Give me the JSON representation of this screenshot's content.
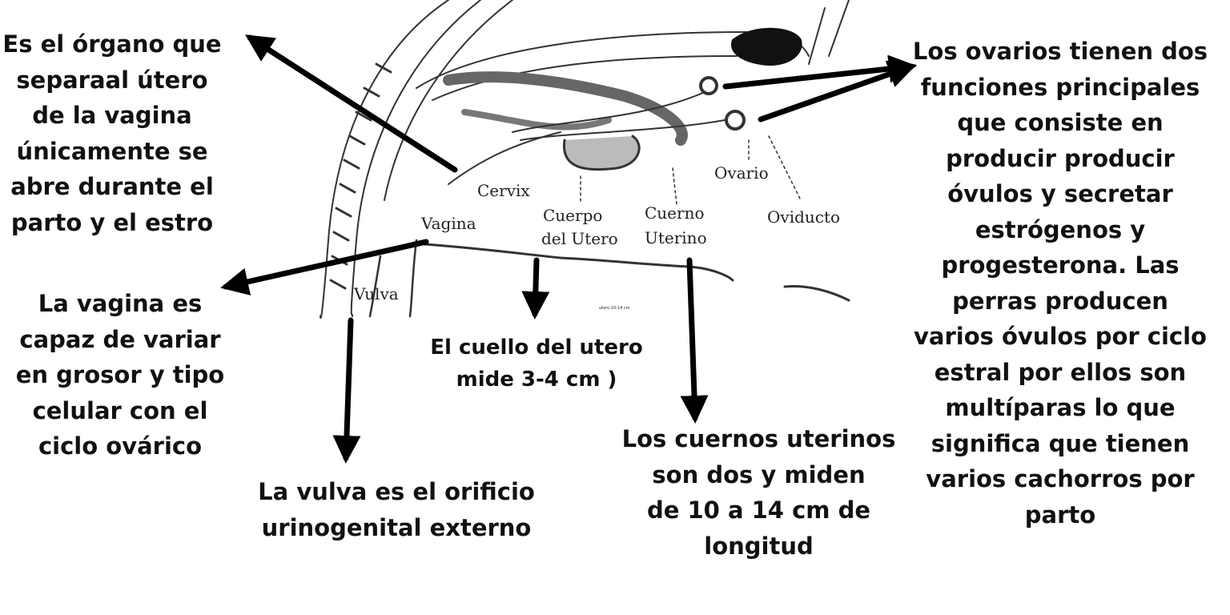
{
  "diagram": {
    "labels": {
      "cervix": "Cervix",
      "vagina": "Vagina",
      "cuerpo_line1": "Cuerpo",
      "cuerpo_line2": "del Utero",
      "cuerno_line1": "Cuerno",
      "cuerno_line2": "Uterino",
      "ovario": "Ovario",
      "oviducto": "Oviducto",
      "vulva": "Vulva",
      "tiny_caption": "utero 10-14 cm"
    }
  },
  "annotations": {
    "cervix_organ": "Es el órgano que\nseparaal útero\nde la vagina\núnicamente se\nabre durante el\nparto y el estro",
    "vagina": "La vagina es\ncapaz de variar\nen grosor y tipo\ncelular con el\nciclo ovárico",
    "vulva": "La vulva es el orificio\nurinogenital externo",
    "cuello": "El cuello del utero\nmide 3-4 cm )",
    "cuernos": "Los cuernos uterinos\nson dos y miden\nde 10 a 14 cm de\nlongitud",
    "ovarios": "Los ovarios tienen dos\nfunciones principales\nque consiste en\nproducir producir\nóvulos y secretar\nestrógenos y\nprogesterona. Las\nperras producen\nvarios óvulos por ciclo\nestral por ellos son\nmultíparas lo que\nsignifica que tienen\nvarios cachorros por\nparto"
  }
}
